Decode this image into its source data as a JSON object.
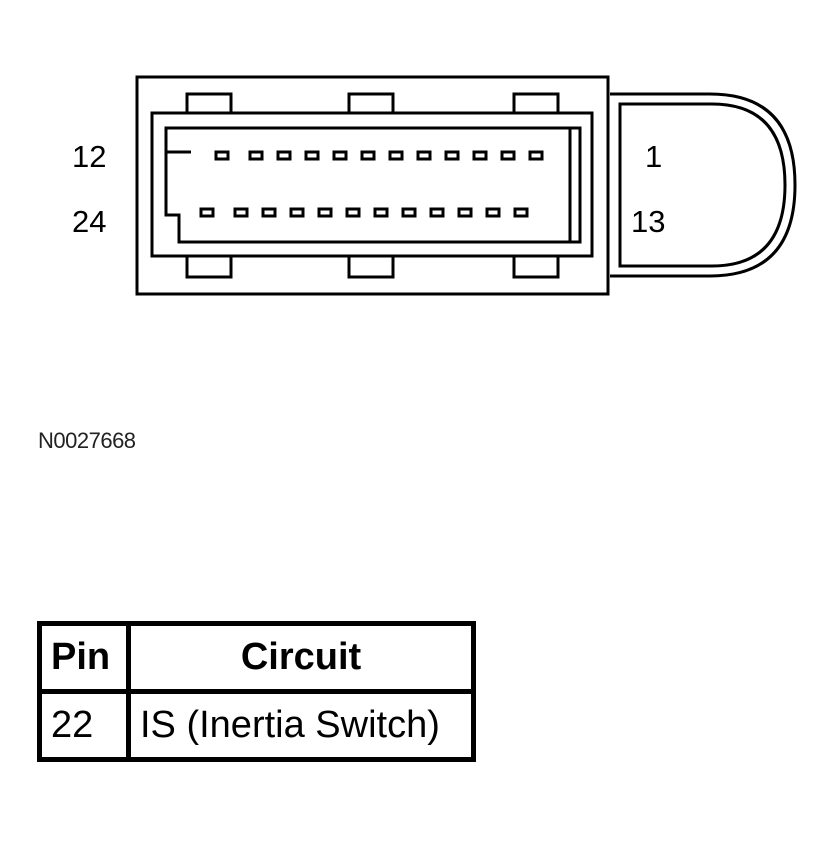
{
  "diagram": {
    "pin_numbers": {
      "top_left": "12",
      "bottom_left": "24",
      "top_right": "1",
      "bottom_right": "13"
    },
    "figure_id": "N0027668"
  },
  "pin_table": {
    "headers": {
      "pin": "Pin",
      "circuit": "Circuit"
    },
    "rows": [
      {
        "pin": "22",
        "circuit": "IS (Inertia Switch)"
      }
    ]
  }
}
